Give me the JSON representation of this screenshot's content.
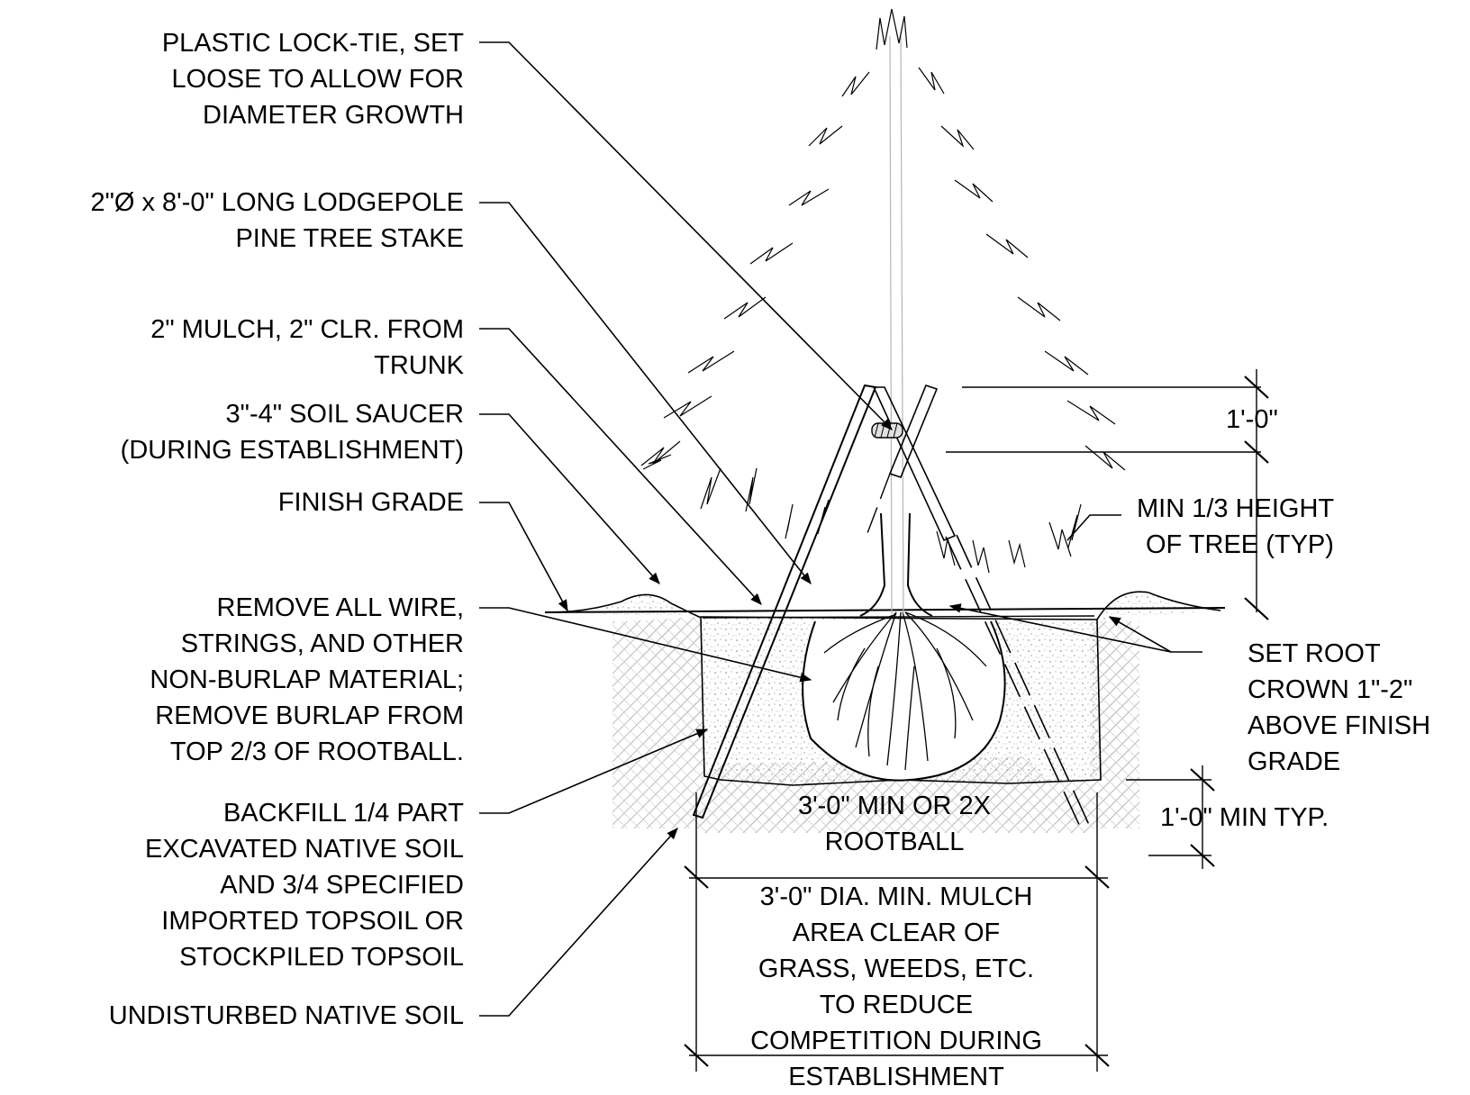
{
  "callouts": {
    "lock_tie": [
      "PLASTIC LOCK-TIE, SET",
      "LOOSE TO ALLOW FOR",
      "DIAMETER GROWTH"
    ],
    "stake": [
      "2\"Ø x 8'-0\" LONG LODGEPOLE",
      "PINE TREE STAKE"
    ],
    "mulch": [
      "2\" MULCH, 2\" CLR. FROM",
      "TRUNK"
    ],
    "saucer": [
      "3\"-4\" SOIL SAUCER",
      "(DURING ESTABLISHMENT)"
    ],
    "finish_grade": [
      "FINISH GRADE"
    ],
    "remove_wire": [
      "REMOVE ALL WIRE,",
      "STRINGS, AND OTHER",
      "NON-BURLAP MATERIAL;",
      "REMOVE BURLAP FROM",
      "TOP 2/3 OF ROOTBALL."
    ],
    "backfill": [
      "BACKFILL 1/4 PART",
      "EXCAVATED NATIVE SOIL",
      "AND 3/4 SPECIFIED",
      "IMPORTED TOPSOIL OR",
      "STOCKPILED TOPSOIL"
    ],
    "native_soil": [
      "UNDISTURBED NATIVE SOIL"
    ],
    "min_height": [
      "MIN 1/3 HEIGHT",
      "OF TREE (TYP)"
    ],
    "root_crown": [
      "SET ROOT",
      "CROWN 1\"-2\"",
      "ABOVE FINISH",
      "GRADE"
    ]
  },
  "dimensions": {
    "tie_spacing": "1'-0\"",
    "depth_min": "1'-0\" MIN TYP.",
    "pit_width": [
      "3'-0\" MIN OR 2X",
      "ROOTBALL"
    ],
    "mulch_area": [
      "3'-0\" DIA. MIN. MULCH",
      "AREA CLEAR OF",
      "GRASS, WEEDS, ETC.",
      "TO REDUCE",
      "COMPETITION DURING",
      "ESTABLISHMENT"
    ]
  }
}
